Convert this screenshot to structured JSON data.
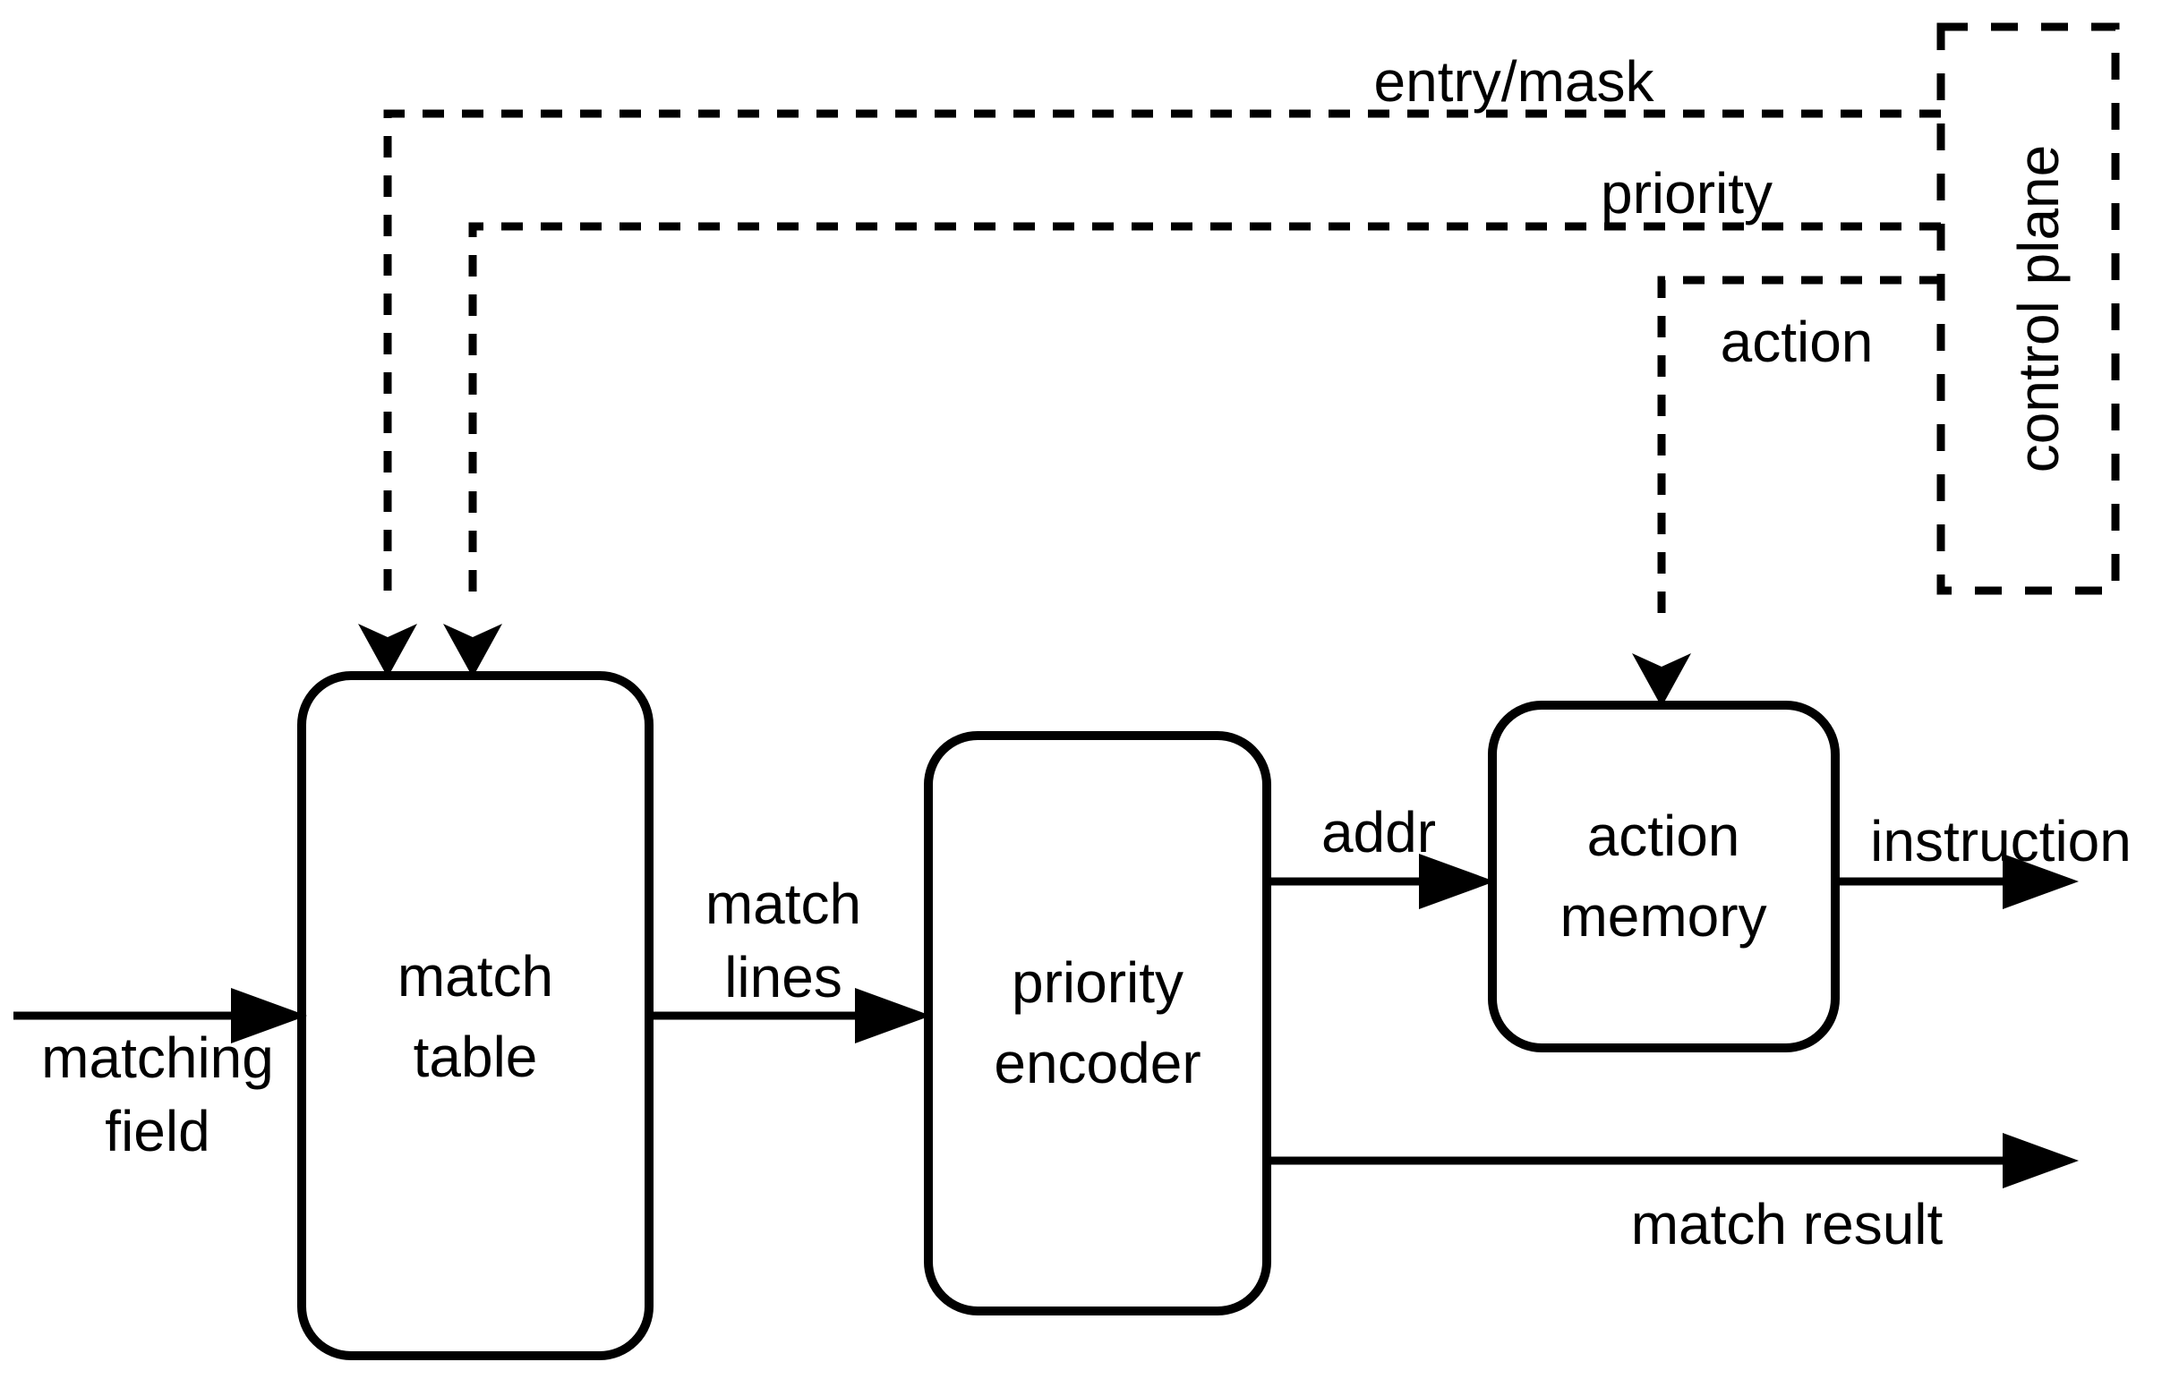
{
  "colors": {
    "bg": "#ffffff",
    "ink": "#000000"
  },
  "boxes": {
    "match_table": {
      "label_lines": [
        "match",
        "table"
      ]
    },
    "priority_encoder": {
      "label_lines": [
        "priority",
        "encoder"
      ]
    },
    "action_memory": {
      "label_lines": [
        "action",
        "memory"
      ]
    },
    "control_plane": {
      "label": "control plane"
    }
  },
  "labels": {
    "entry_mask": "entry/mask",
    "priority": "priority",
    "action": "action",
    "matching_field": [
      "matching",
      "field"
    ],
    "match_lines": [
      "match",
      "lines"
    ],
    "addr": "addr",
    "instruction": "instruction",
    "match_result": "match result"
  }
}
